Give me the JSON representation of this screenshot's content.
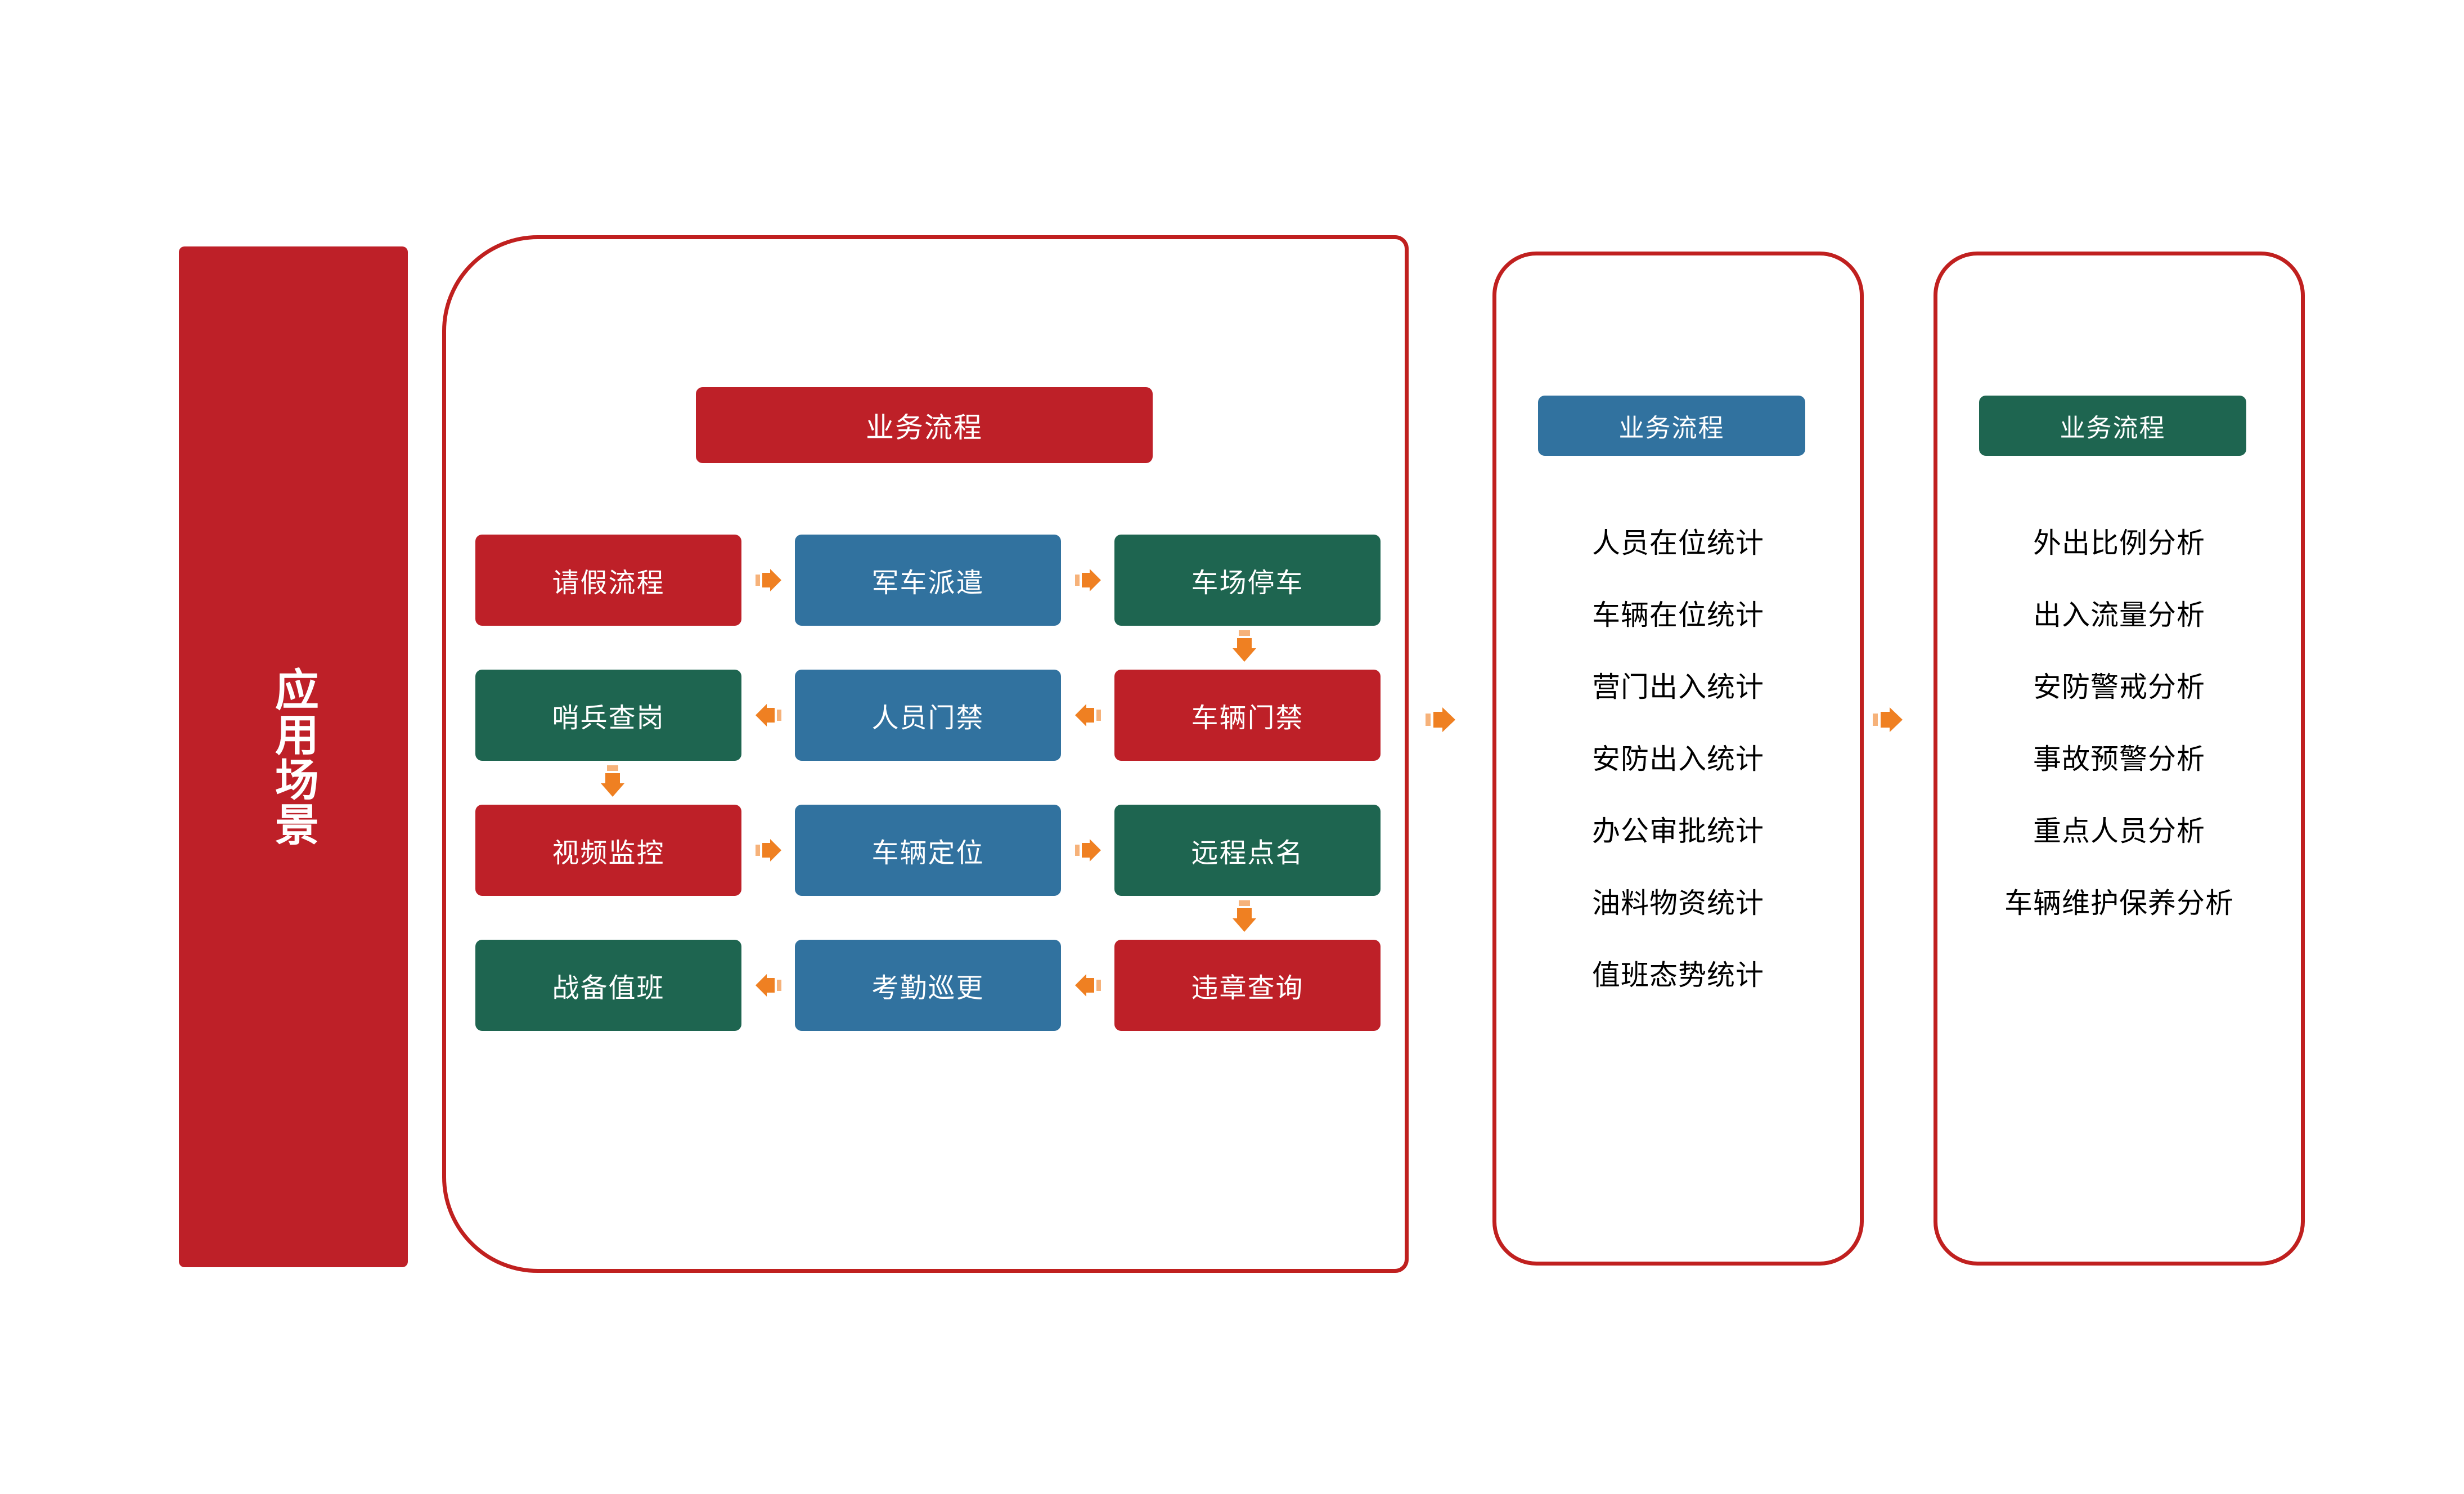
{
  "banner": {
    "label": "应用场景"
  },
  "colors": {
    "red": "#be2028",
    "blue": "#31729f",
    "green": "#1e6550",
    "orange": "#ef8022",
    "outline_red": "#c0201f",
    "text_white": "#ffffff",
    "text_black": "#000000",
    "background": "#ffffff"
  },
  "panels": {
    "process": {
      "header": "业务流程",
      "rows": [
        {
          "direction": "right",
          "boxes": [
            {
              "label": "请假流程",
              "color": "red"
            },
            {
              "label": "军车派遣",
              "color": "blue"
            },
            {
              "label": "车场停车",
              "color": "green"
            }
          ]
        },
        {
          "direction": "left",
          "boxes": [
            {
              "label": "哨兵查岗",
              "color": "green"
            },
            {
              "label": "人员门禁",
              "color": "blue"
            },
            {
              "label": "车辆门禁",
              "color": "red"
            }
          ]
        },
        {
          "direction": "right",
          "boxes": [
            {
              "label": "视频监控",
              "color": "red"
            },
            {
              "label": "车辆定位",
              "color": "blue"
            },
            {
              "label": "远程点名",
              "color": "green"
            }
          ]
        },
        {
          "direction": "left",
          "boxes": [
            {
              "label": "战备值班",
              "color": "green"
            },
            {
              "label": "考勤巡更",
              "color": "blue"
            },
            {
              "label": "违章查询",
              "color": "red"
            }
          ]
        }
      ]
    },
    "statistics": {
      "header": "业务流程",
      "items": [
        "人员在位统计",
        "车辆在位统计",
        "营门出入统计",
        "安防出入统计",
        "办公审批统计",
        "油料物资统计",
        "值班态势统计"
      ]
    },
    "analysis": {
      "header": "业务流程",
      "items": [
        "外出比例分析",
        "出入流量分析",
        "安防警戒分析",
        "事故预警分析",
        "重点人员分析",
        "车辆维护保养分析"
      ]
    }
  },
  "connectors": {
    "vertical": [
      {
        "name": "arrow-down-parking-to-vehicle-gate"
      },
      {
        "name": "arrow-down-sentry-to-video"
      },
      {
        "name": "arrow-down-remote-roster-to-violation"
      }
    ],
    "panel_links": [
      {
        "name": "arrow-process-to-statistics"
      },
      {
        "name": "arrow-statistics-to-analysis"
      }
    ]
  }
}
